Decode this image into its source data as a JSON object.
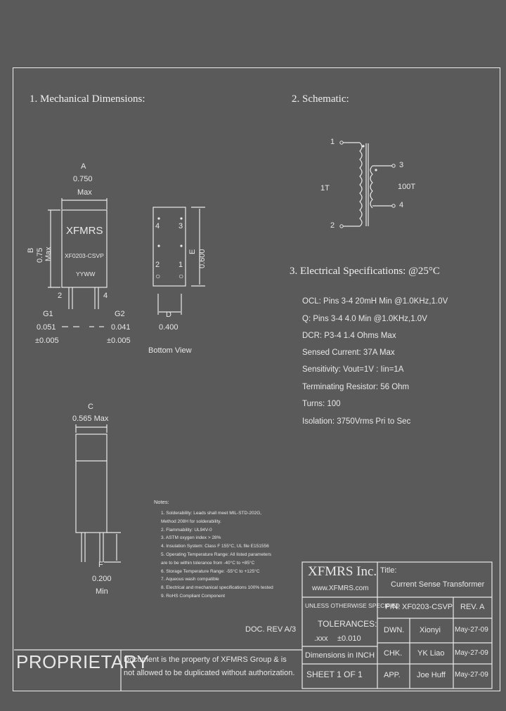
{
  "sections": {
    "mechanical": "1. Mechanical Dimensions:",
    "schematic": "2. Schematic:",
    "electrical": "3. Electrical  Specifications: @25°C"
  },
  "mechanical": {
    "dim_a_label": "A",
    "dim_a_value": "0.750",
    "dim_a_max": "Max",
    "dim_b_label": "B",
    "dim_b_value": "0.75",
    "dim_b_max": "Max",
    "part_brand": "XFMRS",
    "part_number": "XF0203-CSVP",
    "part_date": "YYWW",
    "pin_left": "2",
    "pin_right": "4",
    "g1_label": "G1",
    "g1_value": "0.051",
    "g1_tol": "±0.005",
    "g2_label": "G2",
    "g2_value": "0.041",
    "g2_tol": "±0.005",
    "bottom_pins": [
      "4",
      "3",
      "2",
      "1"
    ],
    "dim_e_label": "E",
    "dim_e_value": "0.600",
    "dim_d_label": "D",
    "dim_d_value": "0.400",
    "bottom_view": "Bottom View",
    "dim_c_label": "C",
    "dim_c_value": "0.565 Max",
    "dim_f_label": "F",
    "dim_f_value": "0.200",
    "dim_f_min": "Min"
  },
  "schematic": {
    "pin1": "1",
    "pin2": "2",
    "pin3": "3",
    "pin4": "4",
    "primary": "1T",
    "secondary": "100T"
  },
  "specs": [
    "OCL: Pins 3-4 20mH Min @1.0KHz,1.0V",
    "Q: Pins 3-4 4.0 Min @1.0KHz,1.0V",
    "DCR: P3-4 1.4 Ohms Max",
    "Sensed Current: 37A Max",
    "Sensitivity: Vout=1V : Iin=1A",
    "Terminating Resistor: 56 Ohm",
    "Turns: 100",
    "Isolation: 3750Vrms Pri to Sec"
  ],
  "notes": {
    "title": "Notes:",
    "items": [
      "1. Solderability: Leads shall meet MIL-STD-202G,",
      "    Method 208H for solderability.",
      "2. Flammability: UL94V-0",
      "3. ASTM oxygen index > 28%",
      "4. Insulation System: Class F 155°C, UL file E151556",
      "5. Operating Temperature Range: All listed parameters",
      "    are to be within tolerance from -40°C to +85°C",
      "6. Storage Temperature Range: -55°C to +125°C",
      "7. Aqueous wash compatible",
      "8. Electrical and mechanical specifications 100% tested",
      "9. RoHS Compliant Component"
    ]
  },
  "doc_rev": "DOC. REV A/3",
  "title_block": {
    "company": "XFMRS Inc.",
    "website": "www.XFMRS.com",
    "title_label": "Title:",
    "title_value": "Current Sense Transformer",
    "tolerance_header": "UNLESS OTHERWISE SPECIFIED",
    "tolerances": "TOLERANCES:",
    "tol_xxx": ".xxx",
    "tol_value": "±0.010",
    "dimensions": "Dimensions in INCH",
    "sheet": "SHEET  1  OF  1",
    "pn_label": "P/N:",
    "pn_value": "XF0203-CSVP",
    "rev": "REV. A",
    "dwn_label": "DWN.",
    "dwn_name": "Xionyi",
    "dwn_date": "May-27-09",
    "chk_label": "CHK.",
    "chk_name": "YK Liao",
    "chk_date": "May-27-09",
    "app_label": "APP.",
    "app_name": "Joe Huff",
    "app_date": "May-27-09"
  },
  "proprietary": {
    "label": "PROPRIETARY",
    "line1": "Document is the property of XFMRS Group & is",
    "line2": "not allowed to be duplicated without authorization."
  }
}
